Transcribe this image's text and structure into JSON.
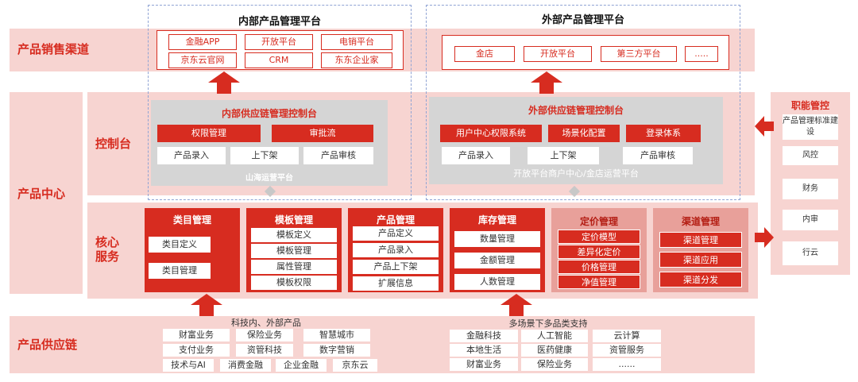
{
  "rows": {
    "sales": "产品销售渠道",
    "center": "产品中心",
    "console": "控制台",
    "core": "核心\n服务",
    "supply": "产品供应链"
  },
  "internal_platform": {
    "title": "内部产品管理平台",
    "channels": [
      "金融APP",
      "开放平台",
      "电销平台",
      "京东云官网",
      "CRM",
      "东东企业家"
    ],
    "console_title": "内部供应链管理控制台",
    "red_buttons": [
      "权限管理",
      "审批流"
    ],
    "white_buttons": [
      "产品录入",
      "上下架",
      "产品审核"
    ],
    "footer": "山海运营平台"
  },
  "external_platform": {
    "title": "外部产品管理平台",
    "channels": [
      "金店",
      "开放平台",
      "第三方平台",
      "....."
    ],
    "console_title": "外部供应链管理控制台",
    "red_buttons": [
      "用户中心权限系统",
      "场景化配置",
      "登录体系"
    ],
    "white_buttons": [
      "产品录入",
      "上下架",
      "产品审核"
    ],
    "footer": "开放平台商户中心/金店运营平台"
  },
  "core_services": [
    {
      "title": "类目管理",
      "items": [
        "类目定义",
        "类目管理"
      ]
    },
    {
      "title": "模板管理",
      "items": [
        "模板定义",
        "模板管理",
        "属性管理",
        "模板权限"
      ]
    },
    {
      "title": "产品管理",
      "items": [
        "产品定义",
        "产品录入",
        "产品上下架",
        "扩展信息"
      ]
    },
    {
      "title": "库存管理",
      "items": [
        "数量管理",
        "金额管理",
        "人数管理"
      ]
    },
    {
      "title": "定价管理",
      "items": [
        "定价模型",
        "差异化定价",
        "价格管理",
        "净值管理"
      ]
    },
    {
      "title": "渠道管理",
      "items": [
        "渠道管理",
        "渠道应用",
        "渠道分发"
      ]
    }
  ],
  "functional_control": {
    "title": "职能管控",
    "items": [
      "产品管理标准建设",
      "风控",
      "财务",
      "内审",
      "行云"
    ]
  },
  "supply_left": {
    "caption": "科技内、外部产品",
    "items": [
      "财富业务",
      "保险业务",
      "智慧城市",
      "支付业务",
      "资管科技",
      "数字营销",
      "技术与AI",
      "消费金融",
      "企业金融",
      "京东云"
    ]
  },
  "supply_right": {
    "caption": "多场景下多品类支持",
    "items": [
      "金融科技",
      "人工智能",
      "云计算",
      "本地生活",
      "医药健康",
      "资管服务",
      "财富业务",
      "保险业务",
      "......"
    ]
  },
  "colors": {
    "accent": "#d72c20",
    "band": "#f7d4d1",
    "panel": "#d5d5d5",
    "dash": "#8fa3d4"
  }
}
